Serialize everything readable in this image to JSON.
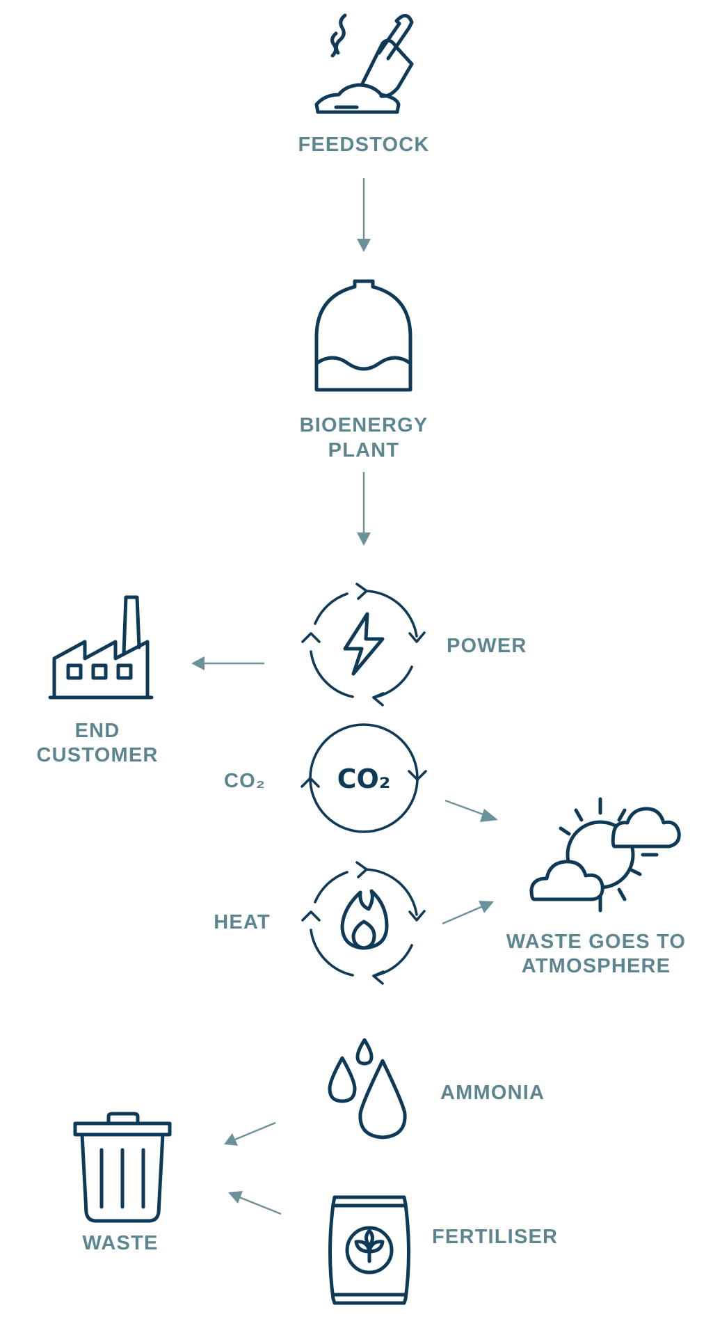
{
  "colors": {
    "icon": "#0f3a57",
    "label": "#5d8590",
    "arrow": "#6b919b",
    "background": "#ffffff"
  },
  "nodes": {
    "feedstock": {
      "icon": "shovel-soil-icon",
      "label": [
        "FEEDSTOCK"
      ]
    },
    "bioenergy_plant": {
      "icon": "digester-tank-icon",
      "label": [
        "BIOENERGY",
        "PLANT"
      ]
    },
    "power": {
      "icon": "lightning-cycle-icon",
      "label": [
        "POWER"
      ]
    },
    "end_customer": {
      "icon": "factory-icon",
      "label": [
        "END",
        "CUSTOMER"
      ]
    },
    "co2": {
      "icon": "co2-cycle-icon",
      "icon_text": "CO₂",
      "label": [
        "CO₂"
      ]
    },
    "heat": {
      "icon": "flame-cycle-icon",
      "label": [
        "HEAT"
      ]
    },
    "atmosphere": {
      "icon": "sun-clouds-icon",
      "label": [
        "WASTE GOES TO",
        "ATMOSPHERE"
      ]
    },
    "ammonia": {
      "icon": "droplets-icon",
      "label": [
        "AMMONIA"
      ]
    },
    "fertiliser": {
      "icon": "fertiliser-bag-icon",
      "label": [
        "FERTILISER"
      ]
    },
    "waste": {
      "icon": "trash-bin-icon",
      "label": [
        "WASTE"
      ]
    }
  },
  "edges": [
    {
      "from": "feedstock",
      "to": "bioenergy_plant"
    },
    {
      "from": "bioenergy_plant",
      "to": "power"
    },
    {
      "from": "power",
      "to": "end_customer"
    },
    {
      "from": "co2",
      "to": "atmosphere"
    },
    {
      "from": "heat",
      "to": "atmosphere"
    },
    {
      "from": "ammonia",
      "to": "waste"
    },
    {
      "from": "fertiliser",
      "to": "waste"
    }
  ]
}
